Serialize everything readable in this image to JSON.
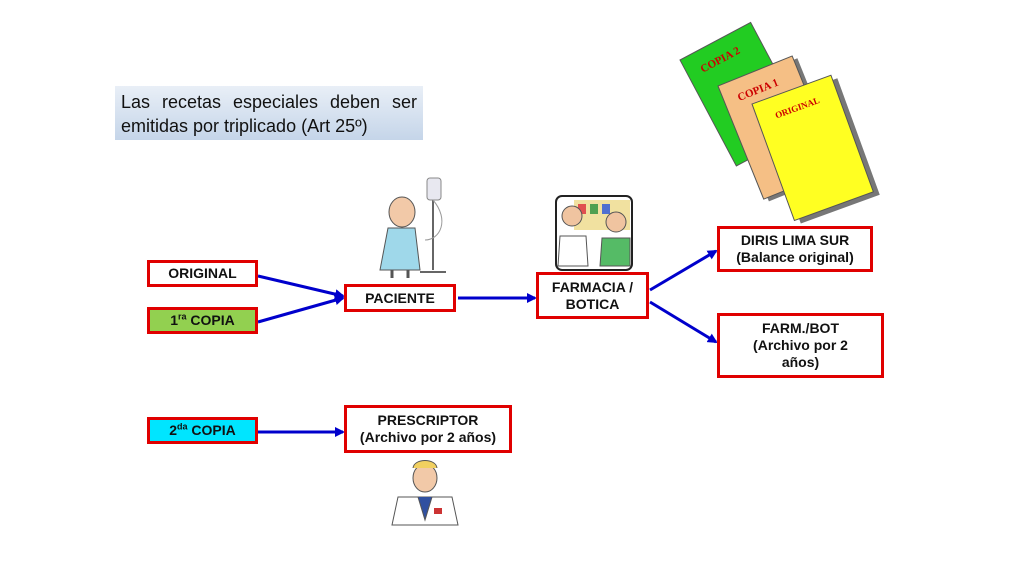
{
  "title": "Las recetas especiales deben ser emitidas por triplicado (Art 25º)",
  "documents": {
    "copy2": "COPIA 2",
    "copy1": "COPIA 1",
    "original": "ORIGINAL"
  },
  "nodes": {
    "original": "ORIGINAL",
    "copia1_num": "1",
    "copia1_sup": "ra",
    "copia1_text": "COPIA",
    "copia2_num": "2",
    "copia2_sup": "da",
    "copia2_text": "COPIA",
    "paciente": "PACIENTE",
    "farmacia_line1": "FARMACIA /",
    "farmacia_line2": "BOTICA",
    "diris_line1": "DIRIS LIMA SUR",
    "diris_line2": "(Balance  original)",
    "farm_line1": "FARM./BOT",
    "farm_line2": "(Archivo  por  2",
    "farm_line3": "años)",
    "prescriptor_line1": "PRESCRIPTOR",
    "prescriptor_line2": "(Archivo  por 2 años)"
  },
  "colors": {
    "box_border": "#e00000",
    "arrow": "#0000cc",
    "copy1_fill": "#92d050",
    "copy2_fill": "#00e5ff"
  }
}
